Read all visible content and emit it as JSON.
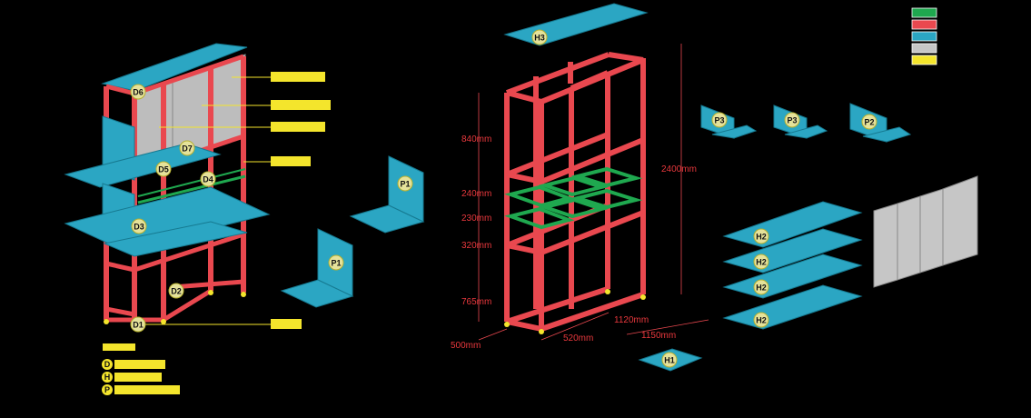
{
  "legend": {
    "items": [
      {
        "color": "#1fa84f"
      },
      {
        "color": "#e9484f"
      },
      {
        "color": "#2ba6c3"
      },
      {
        "color": "#c6c6c6"
      },
      {
        "color": "#f4e52c"
      }
    ]
  },
  "left_assembly": {
    "tags": {
      "d1": "D1",
      "d2": "D2",
      "d3": "D3",
      "d4": "D4",
      "d5": "D5",
      "d6": "D6",
      "d7": "D7"
    }
  },
  "left_key": {
    "d": "D",
    "h": "H",
    "p": "P"
  },
  "panels": {
    "p1_left": "P1",
    "p1_right": "P1",
    "p2": "P2",
    "p3_a": "P3",
    "p3_b": "P3",
    "h1": "H1",
    "h2_a": "H2",
    "h2_b": "H2",
    "h2_c": "H2",
    "h2_d": "H2",
    "h3": "H3"
  },
  "dimensions": {
    "v1": "840mm",
    "v2": "240mm",
    "v3": "230mm",
    "v4": "320mm",
    "v5": "765mm",
    "height": "2400mm",
    "depth": "500mm",
    "bay": "520mm",
    "width": "1120mm",
    "width2": "1150mm"
  }
}
